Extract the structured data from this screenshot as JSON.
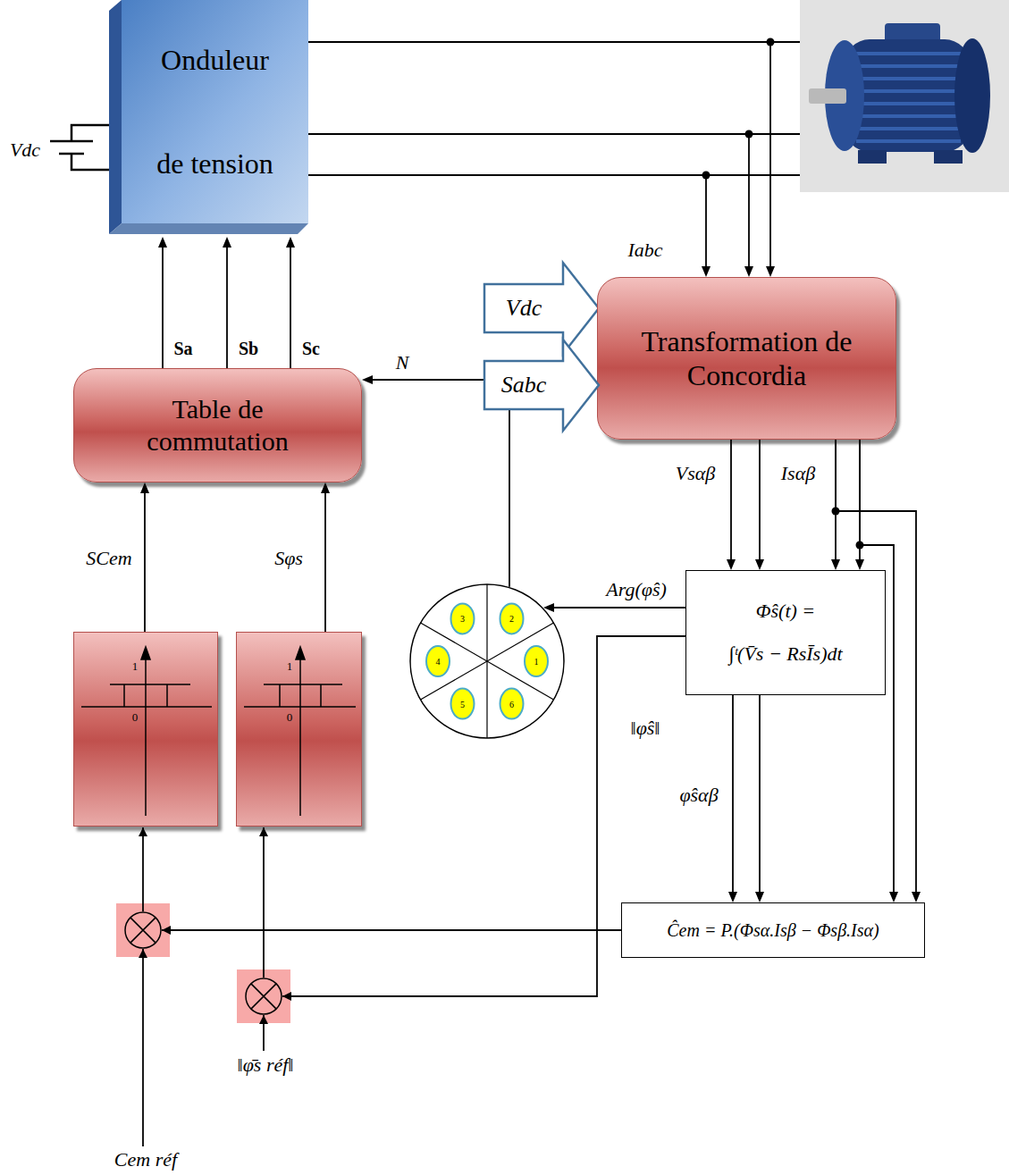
{
  "diagram": {
    "nodes": [
      {
        "text": [
          "Onduleur de tension"
        ]
      },
      {
        "text": [
          "Vdc"
        ]
      },
      {
        "text": [
          "Transformation de Concordia"
        ]
      },
      {
        "text": [
          "Sabc"
        ]
      },
      {
        "text": [
          "Table de commutation"
        ]
      },
      {
        "text": [
          "1",
          "0"
        ]
      },
      {
        "text": [
          "1",
          "0"
        ]
      },
      {
        "text": [
          "3",
          "2",
          "4",
          "1",
          "5",
          "6"
        ]
      },
      {
        "text": [
          "Φ̂s(t) =",
          "∫ᵗ(V̄s − RsĪs)dt"
        ]
      },
      {
        "text": [
          "Ĉem = P.(Φsα.Isβ − Φsβ.Isα)"
        ]
      }
    ],
    "edges": [
      {
        "from": 4,
        "to": 0,
        "arrow": "to",
        "label": "Sa"
      },
      {
        "from": 4,
        "to": 0,
        "arrow": "to",
        "label": "Sb"
      },
      {
        "from": 4,
        "to": 0,
        "arrow": "to",
        "label": "Sc"
      },
      {
        "from": 0,
        "to": 2,
        "arrow": "to",
        "label": "Iabc"
      },
      {
        "from": 2,
        "to": 8,
        "arrow": "to",
        "label": "Vsαβ"
      },
      {
        "from": 2,
        "to": 8,
        "arrow": "to",
        "label": "Isαβ"
      },
      {
        "from": 2,
        "to": 9,
        "arrow": "to"
      },
      {
        "from": 8,
        "to": 9,
        "arrow": "to",
        "label": "φ̂sαβ"
      },
      {
        "from": 8,
        "to": 7,
        "arrow": "to",
        "label": "Arg(φ̂s)"
      },
      {
        "from": 7,
        "to": 4,
        "arrow": "to",
        "label": "N"
      },
      {
        "from": 5,
        "to": 4,
        "arrow": "to",
        "label": "SCem"
      },
      {
        "from": 6,
        "to": 4,
        "arrow": "to",
        "label": "Sφs"
      }
    ],
    "labels": [
      "Vdc",
      "‖φ̂s‖",
      "‖φ̄s réf‖",
      "Cem réf"
    ]
  }
}
